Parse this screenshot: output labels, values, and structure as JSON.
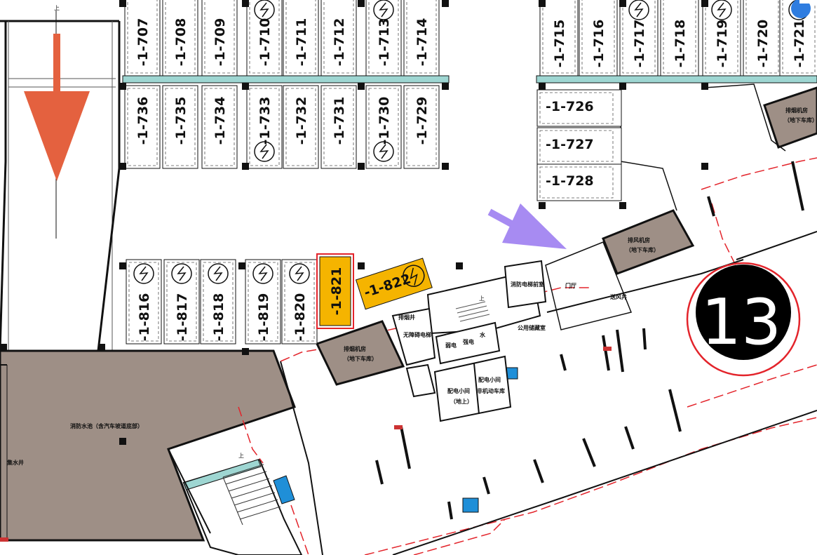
{
  "map": {
    "building_number": "13",
    "stair_label": "上",
    "colors": {
      "arrow_down": "#e4613f",
      "arrow_pointer": "#a78bf2",
      "highlight_spot": "#f5b400",
      "room_fill": "#9e8f86",
      "wall": "#111111",
      "dashed_line": "#e3242b",
      "badge_bg": "#000000",
      "badge_ring": "#e3242b",
      "teal_strip": "#9ed6d2"
    },
    "spaces_row1": [
      {
        "id": "-1-707",
        "ev": false
      },
      {
        "id": "-1-708",
        "ev": false
      },
      {
        "id": "-1-709",
        "ev": false
      },
      {
        "id": "-1-710",
        "ev": true
      },
      {
        "id": "-1-711",
        "ev": false
      },
      {
        "id": "-1-712",
        "ev": false
      },
      {
        "id": "-1-713",
        "ev": true
      },
      {
        "id": "-1-714",
        "ev": false
      }
    ],
    "spaces_row2": [
      {
        "id": "-1-736",
        "ev": false
      },
      {
        "id": "-1-735",
        "ev": false
      },
      {
        "id": "-1-734",
        "ev": false
      },
      {
        "id": "-1-733",
        "ev": true
      },
      {
        "id": "-1-732",
        "ev": false
      },
      {
        "id": "-1-731",
        "ev": false
      },
      {
        "id": "-1-730",
        "ev": true
      },
      {
        "id": "-1-729",
        "ev": false
      }
    ],
    "spaces_row3": [
      {
        "id": "-1-715",
        "ev": false
      },
      {
        "id": "-1-716",
        "ev": false
      },
      {
        "id": "-1-717",
        "ev": true
      },
      {
        "id": "-1-718",
        "ev": false
      },
      {
        "id": "-1-719",
        "ev": true
      },
      {
        "id": "-1-720",
        "ev": false
      },
      {
        "id": "-1-721",
        "ev": true
      }
    ],
    "spaces_side": [
      "-1-726",
      "-1-727",
      "-1-728"
    ],
    "spaces_row4": [
      {
        "id": "-1-816",
        "ev": true
      },
      {
        "id": "-1-817",
        "ev": true
      },
      {
        "id": "-1-818",
        "ev": true
      },
      {
        "id": "-1-819",
        "ev": true
      },
      {
        "id": "-1-820",
        "ev": true
      }
    ],
    "highlighted_space": "-1-821",
    "tilted_space": "-1-822",
    "rooms": {
      "exhaust_room_left": {
        "line1": "排烟机房",
        "line2": "（地下车库）"
      },
      "exhaust_room_right": {
        "line1": "排风机房",
        "line2": "（地下车库）"
      },
      "exhaust_room_corner": {
        "line1": "排烟机房",
        "line2": "（地下车库）"
      },
      "fire_pool": "消防水池（含汽车坡道底部）",
      "sump": "集水井",
      "lobby": "门厅",
      "shared_storage": "公用储藏室",
      "fire_hall": "消防电梯前室",
      "smoke_shaft": "排烟井",
      "air_shaft": "送风井",
      "weak_current": "弱电",
      "strong_current": "强电",
      "water": "水",
      "barrier_free": "无障碍电梯",
      "dist_room_1": {
        "line1": "配电小间",
        "line2": "（地上）"
      },
      "dist_room_2": {
        "line1": "配电小间",
        "line2": "非机动车库"
      }
    }
  }
}
